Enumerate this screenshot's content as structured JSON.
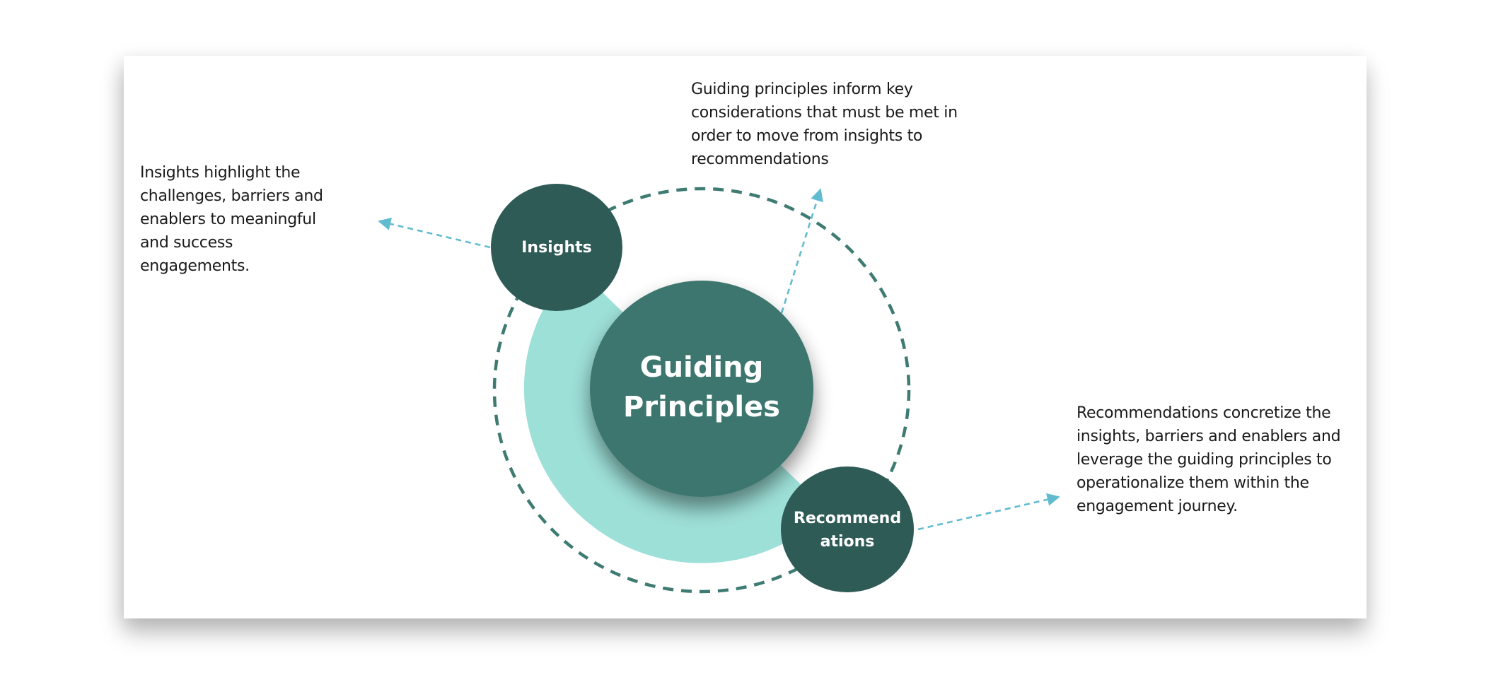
{
  "diagram": {
    "center_node": {
      "line1": "Guiding",
      "line2": "Principles"
    },
    "nodes": {
      "insights": {
        "label": "Insights"
      },
      "recommendations": {
        "line1": "Recommend",
        "line2": "ations"
      }
    },
    "notes": {
      "insights": "Insights highlight the\nchallenges, barriers and\nenablers to meaningful\nand success\nengagements.",
      "guiding_principles": "Guiding principles inform key\nconsiderations that must be met in\norder to move from insights to\nrecommendations",
      "recommendations": "Recommendations concretize the\ninsights, barriers and enablers and\nleverage the guiding principles to\noperationalize them within the\nengagement journey."
    },
    "colors": {
      "dark_node": "#2e5b55",
      "center_node": "#3c766e",
      "light_band": "#9de0d8",
      "dashed_ring": "#3e7b72",
      "arrow": "#62bcd0",
      "text": "#1a1a1a"
    }
  }
}
